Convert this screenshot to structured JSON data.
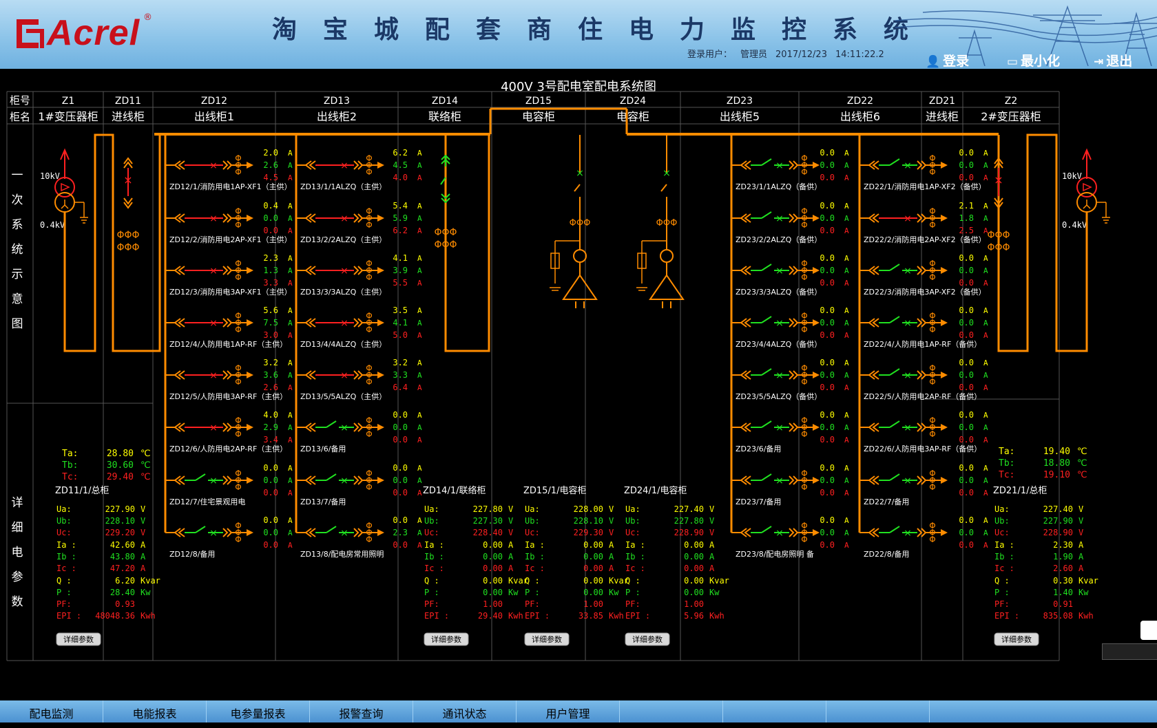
{
  "header": {
    "brand": "Acrel",
    "reg_mark": "®",
    "title": "淘宝城配套商住电力监控系统",
    "login_label": "登录用户：",
    "user": "管理员",
    "date": "2017/12/23",
    "time": "14:11:22.2",
    "login_btn": "登录",
    "minimize_btn": "最小化",
    "exit_btn": "退出"
  },
  "diagram": {
    "title": "400V 3号配电室配电系统图",
    "row_labels": {
      "cabinet_no": "柜号",
      "cabinet_name": "柜名"
    },
    "side_labels": {
      "primary": [
        "一",
        "次",
        "系",
        "统",
        "示",
        "意",
        "图"
      ],
      "detail": [
        "详",
        "细",
        "电",
        "参",
        "数"
      ]
    },
    "columns": [
      {
        "no": "Z1",
        "name": "1#变压器柜"
      },
      {
        "no": "ZD11",
        "name": "进线柜"
      },
      {
        "no": "ZD12",
        "name": "出线柜1"
      },
      {
        "no": "ZD13",
        "name": "出线柜2"
      },
      {
        "no": "ZD14",
        "name": "联络柜"
      },
      {
        "no": "ZD15",
        "name": "电容柜"
      },
      {
        "no": "ZD24",
        "name": "电容柜"
      },
      {
        "no": "ZD23",
        "name": "出线柜5"
      },
      {
        "no": "ZD22",
        "name": "出线柜6"
      },
      {
        "no": "ZD21",
        "name": "进线柜"
      },
      {
        "no": "Z2",
        "name": "2#变压器柜"
      }
    ],
    "voltage_hv": "10kV",
    "voltage_lv": "0.4kV",
    "feeders": {
      "ZD12": [
        {
          "label": "ZD12/1/消防用电1AP-XF1（主供）",
          "vals": [
            "2.0",
            "2.6",
            "4.5"
          ],
          "on": false
        },
        {
          "label": "ZD12/2/消防用电2AP-XF1（主供）",
          "vals": [
            "0.4",
            "0.0",
            "0.0"
          ],
          "on": false
        },
        {
          "label": "ZD12/3/消防用电3AP-XF1（主供）",
          "vals": [
            "2.3",
            "1.3",
            "3.3"
          ],
          "on": false
        },
        {
          "label": "ZD12/4/人防用电1AP-RF（主供）",
          "vals": [
            "5.6",
            "7.5",
            "3.0"
          ],
          "on": false
        },
        {
          "label": "ZD12/5/人防用电3AP-RF（主供）",
          "vals": [
            "3.2",
            "3.6",
            "2.6"
          ],
          "on": false
        },
        {
          "label": "ZD12/6/人防用电2AP-RF（主供）",
          "vals": [
            "4.0",
            "2.9",
            "3.4"
          ],
          "on": false
        },
        {
          "label": "ZD12/7/住宅景观用电",
          "vals": [
            "0.0",
            "0.0",
            "0.0"
          ],
          "on": true
        },
        {
          "label": "ZD12/8/备用",
          "vals": [
            "0.0",
            "0.0",
            "0.0"
          ],
          "on": true
        }
      ],
      "ZD13": [
        {
          "label": "ZD13/1/1ALZQ（主供）",
          "vals": [
            "6.2",
            "4.5",
            "4.0"
          ],
          "on": false
        },
        {
          "label": "ZD13/2/2ALZQ（主供）",
          "vals": [
            "5.4",
            "5.9",
            "6.2"
          ],
          "on": false
        },
        {
          "label": "ZD13/3/3ALZQ（主供）",
          "vals": [
            "4.1",
            "3.9",
            "5.5"
          ],
          "on": false
        },
        {
          "label": "ZD13/4/4ALZQ（主供）",
          "vals": [
            "3.5",
            "4.1",
            "5.0"
          ],
          "on": false
        },
        {
          "label": "ZD13/5/5ALZQ（主供）",
          "vals": [
            "3.2",
            "3.3",
            "6.4"
          ],
          "on": false
        },
        {
          "label": "ZD13/6/备用",
          "vals": [
            "0.0",
            "0.0",
            "0.0"
          ],
          "on": true
        },
        {
          "label": "ZD13/7/备用",
          "vals": [
            "0.0",
            "0.0",
            "0.0"
          ],
          "on": true
        },
        {
          "label": "ZD13/8/配电房常用照明",
          "vals": [
            "0.0",
            "2.3",
            "0.0"
          ],
          "on": true
        }
      ],
      "ZD23": [
        {
          "label": "ZD23/1/1ALZQ（备供）",
          "vals": [
            "0.0",
            "0.0",
            "0.0"
          ],
          "on": true
        },
        {
          "label": "ZD23/2/2ALZQ（备供）",
          "vals": [
            "0.0",
            "0.0",
            "0.0"
          ],
          "on": true
        },
        {
          "label": "ZD23/3/3ALZQ（备供）",
          "vals": [
            "0.0",
            "0.0",
            "0.0"
          ],
          "on": true
        },
        {
          "label": "ZD23/4/4ALZQ（备供）",
          "vals": [
            "0.0",
            "0.0",
            "0.0"
          ],
          "on": true
        },
        {
          "label": "ZD23/5/5ALZQ（备供）",
          "vals": [
            "0.0",
            "0.0",
            "0.0"
          ],
          "on": true
        },
        {
          "label": "ZD23/6/备用",
          "vals": [
            "0.0",
            "0.0",
            "0.0"
          ],
          "on": true
        },
        {
          "label": "ZD23/7/备用",
          "vals": [
            "0.0",
            "0.0",
            "0.0"
          ],
          "on": true
        },
        {
          "label": "ZD23/8/配电房照明 备",
          "vals": [
            "0.0",
            "0.0",
            "0.0"
          ],
          "on": true
        }
      ],
      "ZD22": [
        {
          "label": "ZD22/1/消防用电1AP-XF2（备供）",
          "vals": [
            "0.0",
            "0.0",
            "0.0"
          ],
          "on": true
        },
        {
          "label": "ZD22/2/消防用电2AP-XF2（备供）",
          "vals": [
            "2.1",
            "1.8",
            "2.5"
          ],
          "on": false
        },
        {
          "label": "ZD22/3/消防用电3AP-XF2（备供）",
          "vals": [
            "0.0",
            "0.0",
            "0.0"
          ],
          "on": true
        },
        {
          "label": "ZD22/4/人防用电1AP-RF（备供）",
          "vals": [
            "0.0",
            "0.0",
            "0.0"
          ],
          "on": true
        },
        {
          "label": "ZD22/5/人防用电2AP-RF（备供）",
          "vals": [
            "0.0",
            "0.0",
            "0.0"
          ],
          "on": true
        },
        {
          "label": "ZD22/6/人防用电3AP-RF（备供）",
          "vals": [
            "0.0",
            "0.0",
            "0.0"
          ],
          "on": true
        },
        {
          "label": "ZD22/7/备用",
          "vals": [
            "0.0",
            "0.0",
            "0.0"
          ],
          "on": true
        },
        {
          "label": "ZD22/8/备用",
          "vals": [
            "0.0",
            "0.0",
            "0.0"
          ],
          "on": true
        }
      ]
    },
    "unit_a": "A",
    "temps_left": [
      {
        "label": "Ta:",
        "value": "28.80",
        "unit": "℃"
      },
      {
        "label": "Tb:",
        "value": "30.60",
        "unit": "℃"
      },
      {
        "label": "Tc:",
        "value": "29.40",
        "unit": "℃"
      }
    ],
    "temps_right": [
      {
        "label": "Ta:",
        "value": "19.40",
        "unit": "℃"
      },
      {
        "label": "Tb:",
        "value": "18.80",
        "unit": "℃"
      },
      {
        "label": "Tc:",
        "value": "19.10",
        "unit": "℃"
      }
    ],
    "param_labels": [
      "Ua:",
      "Ub:",
      "Uc:",
      "Ia :",
      "Ib :",
      "Ic :",
      "Q :",
      "P :",
      "PF:",
      "EPI :"
    ],
    "panels": [
      {
        "title": "ZD11/1/总柜",
        "values": [
          "227.90",
          "228.10",
          "229.20",
          "42.60",
          "43.80",
          "47.20",
          "6.20",
          "28.40",
          "0.93",
          "48048.36"
        ],
        "units": [
          "V",
          "V",
          "V",
          "A",
          "A",
          "A",
          "Kvar",
          "Kw",
          "",
          "Kwh"
        ]
      },
      {
        "title": "ZD14/1/联络柜",
        "values": [
          "227.80",
          "227.30",
          "228.40",
          "0.00",
          "0.00",
          "0.00",
          "0.00",
          "0.00",
          "1.00",
          "29.40"
        ],
        "units": [
          "V",
          "V",
          "V",
          "A",
          "A",
          "A",
          "Kvar",
          "Kw",
          "",
          "Kwh"
        ]
      },
      {
        "title": "ZD15/1/电容柜",
        "values": [
          "228.00",
          "228.10",
          "229.30",
          "0.00",
          "0.00",
          "0.00",
          "0.00",
          "0.00",
          "1.00",
          "33.85"
        ],
        "units": [
          "V",
          "V",
          "V",
          "A",
          "A",
          "A",
          "Kvar",
          "Kw",
          "",
          "Kwh"
        ]
      },
      {
        "title": "ZD24/1/电容柜",
        "values": [
          "227.40",
          "227.80",
          "228.90",
          "0.00",
          "0.00",
          "0.00",
          "0.00",
          "0.00",
          "1.00",
          "5.96"
        ],
        "units": [
          "V",
          "V",
          "V",
          "A",
          "A",
          "A",
          "Kvar",
          "Kw",
          "",
          "Kwh"
        ]
      },
      {
        "title": "ZD21/1/总柜",
        "values": [
          "227.40",
          "227.90",
          "228.90",
          "2.30",
          "1.90",
          "2.60",
          "0.30",
          "1.40",
          "0.91",
          "835.08"
        ],
        "units": [
          "V",
          "V",
          "V",
          "A",
          "A",
          "A",
          "Kvar",
          "Kw",
          "",
          "Kwh"
        ]
      }
    ],
    "detail_btn": "详细参数"
  },
  "nav": {
    "tabs": [
      "配电监测",
      "电能报表",
      "电参量报表",
      "报警查询",
      "通讯状态",
      "用户管理",
      "",
      "",
      ""
    ]
  },
  "colors": {
    "bus": "#ff8c00",
    "closed": "#ff2020",
    "open": "#20e020",
    "yellow": "#ffff00",
    "grid": "#555555",
    "title_blue": "#1b3866"
  }
}
